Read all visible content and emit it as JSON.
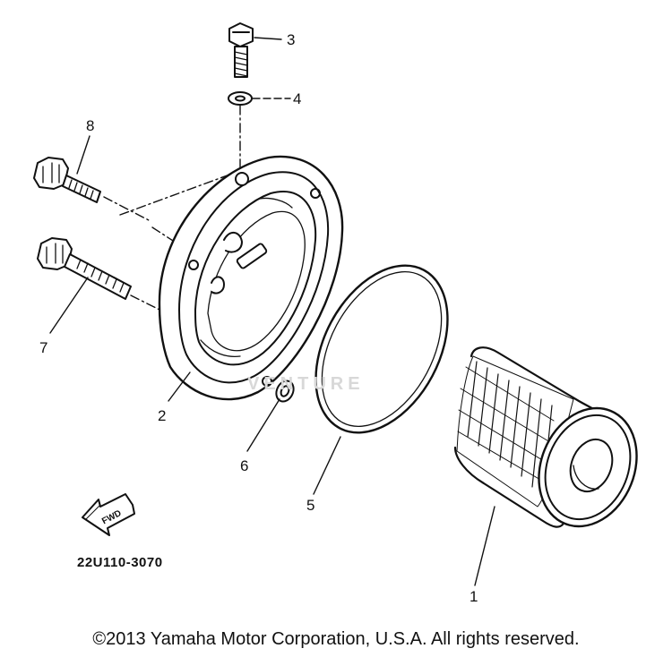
{
  "callouts": {
    "c1": "1",
    "c2": "2",
    "c3": "3",
    "c4": "4",
    "c5": "5",
    "c6": "6",
    "c7": "7",
    "c8": "8"
  },
  "fwd_label": "FWD",
  "part_code": "22U110-3070",
  "copyright": "©2013 Yamaha Motor Corporation, U.S.A. All rights reserved.",
  "watermark": "VENTURE",
  "colors": {
    "ink": "#111111",
    "background": "#ffffff",
    "watermark": "#d8d8d8"
  }
}
